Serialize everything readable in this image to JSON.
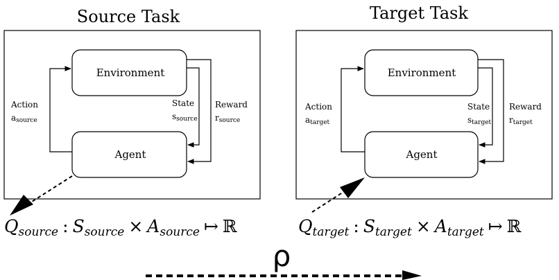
{
  "source": {
    "title": "Source Task",
    "environment": "Environment",
    "agent": "Agent",
    "action": "Action",
    "action_sub": "source",
    "state": "State",
    "state_sub": "source",
    "reward": "Reward",
    "reward_sub": "source",
    "q_base": "Q",
    "q_sub": "source",
    "s_base": "S",
    "s_sub": "source",
    "a_base": "A",
    "a_sub": "source"
  },
  "target": {
    "title": "Target Task",
    "environment": "Environment",
    "agent": "Agent",
    "action": "Action",
    "action_sub": "target",
    "state": "State",
    "state_sub": "target",
    "reward": "Reward",
    "reward_sub": "target",
    "q_base": "Q",
    "q_sub": "target",
    "s_base": "S",
    "s_sub": "target",
    "a_base": "A",
    "a_sub": "target"
  },
  "symbols": {
    "colon": ":",
    "times": "×",
    "mapsto": "↦",
    "reals": "ℝ",
    "rho": "ρ"
  }
}
